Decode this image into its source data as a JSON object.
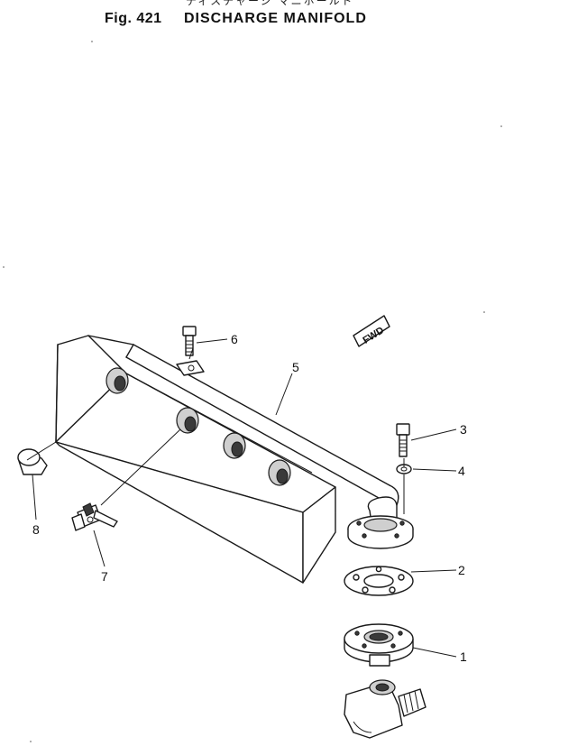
{
  "figure": {
    "japanese_title": "ディスチャージ マニホールド",
    "number": "Fig. 421",
    "title": "DISCHARGE MANIFOLD"
  },
  "direction_marker": "FWD",
  "callouts": [
    {
      "id": "1",
      "label": "1"
    },
    {
      "id": "2",
      "label": "2"
    },
    {
      "id": "3",
      "label": "3"
    },
    {
      "id": "4",
      "label": "4"
    },
    {
      "id": "5",
      "label": "5"
    },
    {
      "id": "6",
      "label": "6"
    },
    {
      "id": "7",
      "label": "7"
    },
    {
      "id": "8",
      "label": "8"
    }
  ]
}
